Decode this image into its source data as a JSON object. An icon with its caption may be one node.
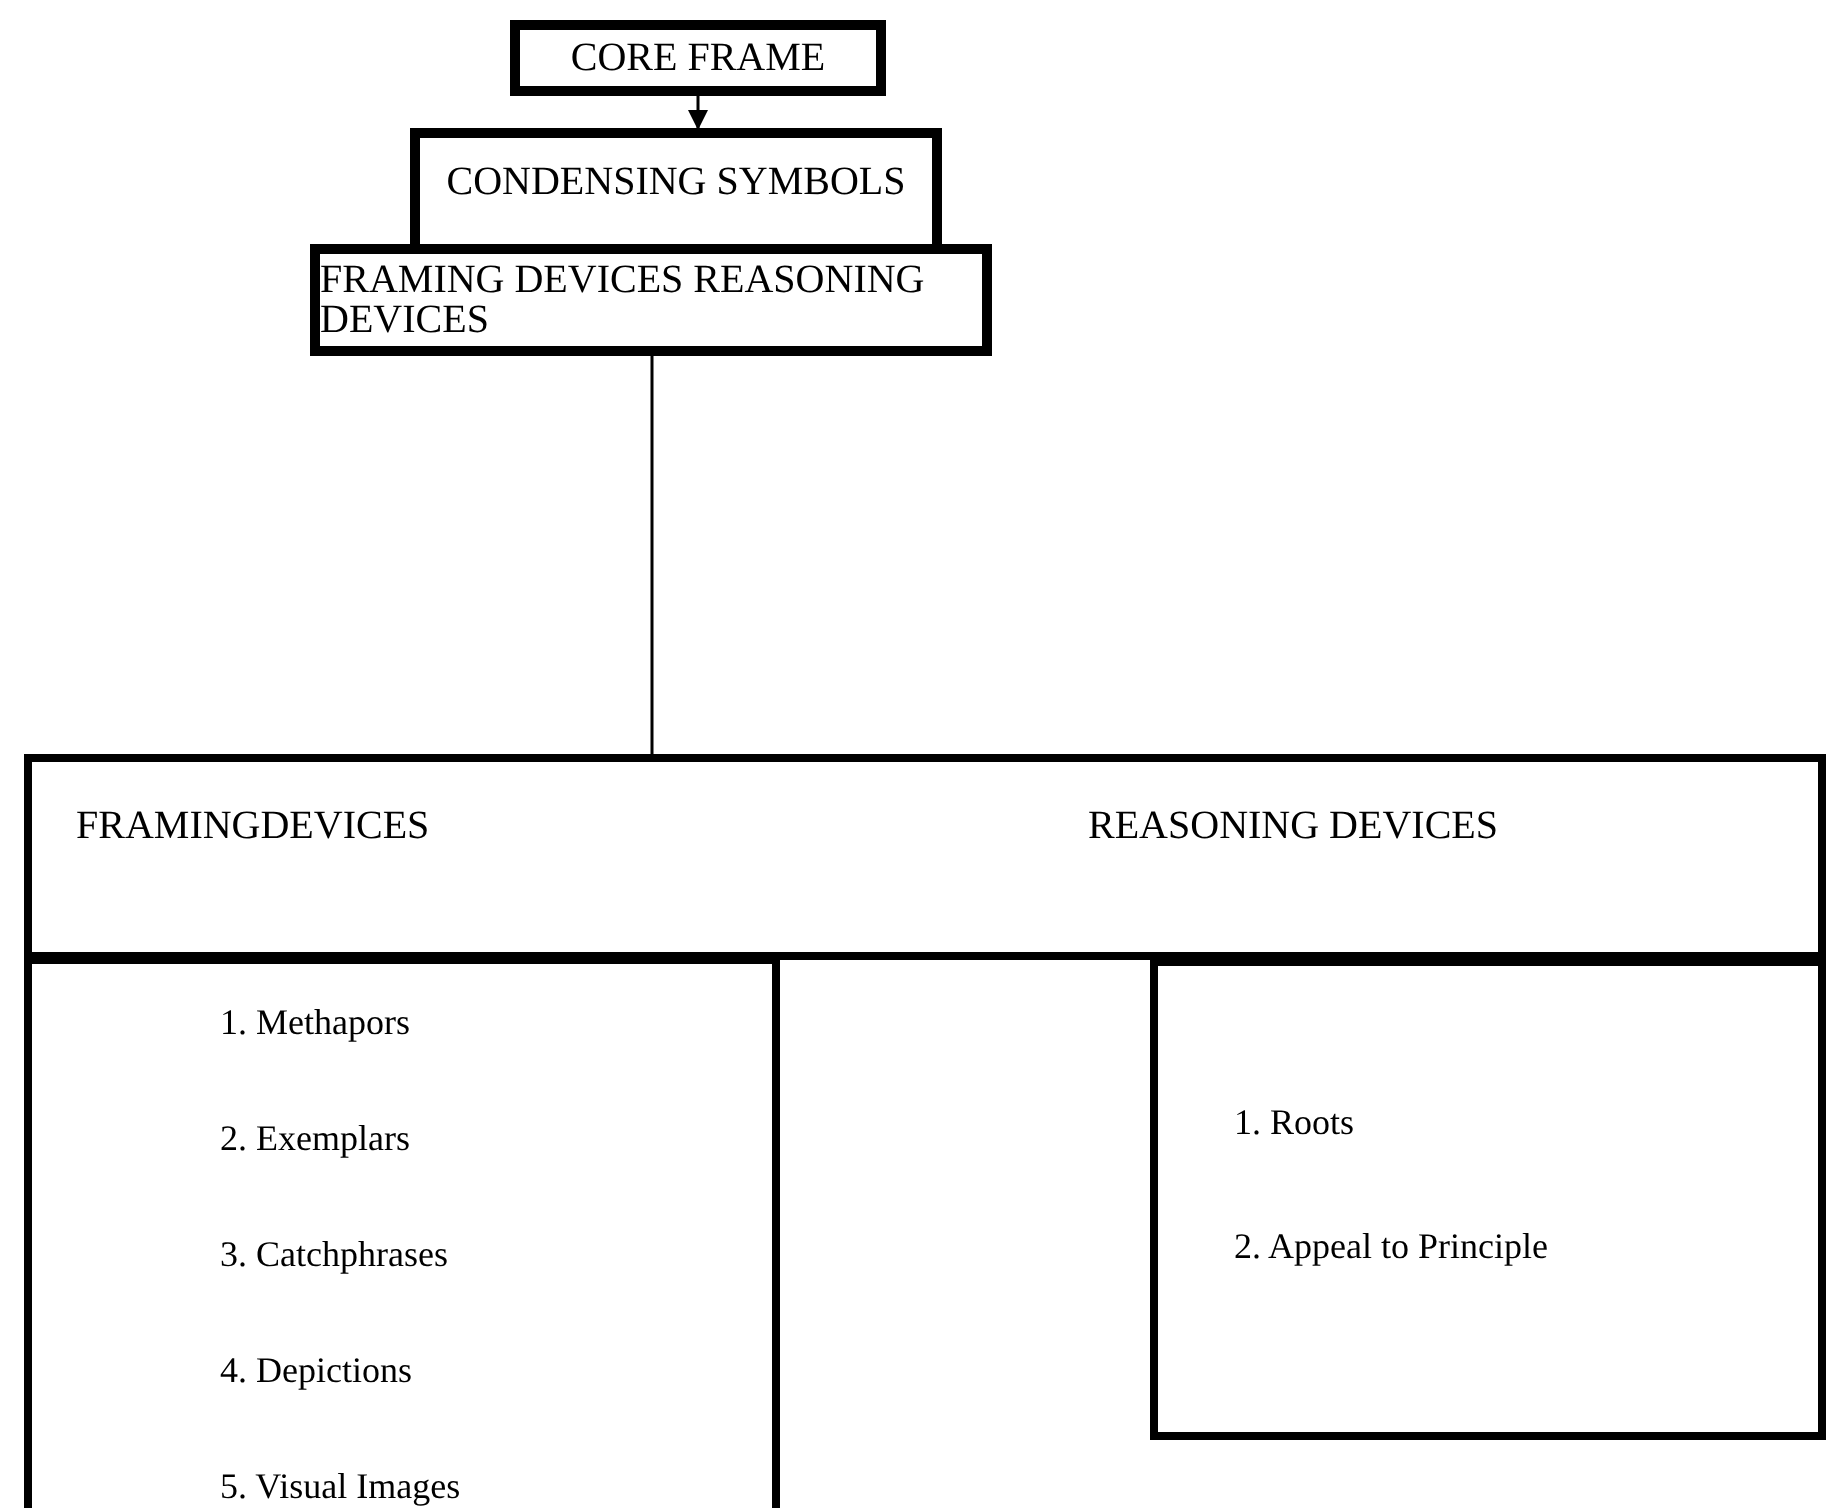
{
  "diagram": {
    "nodes": [
      {
        "text": [
          "CORE FRAME"
        ]
      },
      {
        "text": [
          "CONDENSING SYMBOLS"
        ]
      },
      {
        "text": [
          "FRAMING DEVICES REASONING DEVICES"
        ]
      },
      {
        "text": [
          "FRAMINGDEVICES",
          "REASONING DEVICES"
        ]
      },
      {
        "text": [
          "1. Methapors",
          "2. Exemplars",
          "3. Catchphrases",
          "4. Depictions",
          "5. Visual Images"
        ]
      },
      {
        "text": [
          "1. Roots",
          "2. Appeal to Principle"
        ]
      }
    ],
    "edges": [
      {
        "from": 0,
        "to": 1,
        "arrow": "to"
      },
      {
        "from": 2,
        "to": 3,
        "arrow": "none"
      }
    ]
  }
}
